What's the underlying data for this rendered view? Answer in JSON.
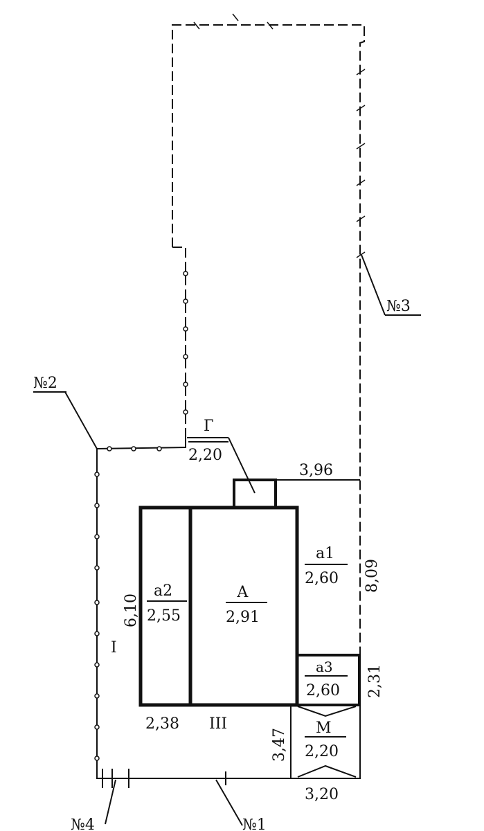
{
  "labels": {
    "plot_3": "№3",
    "plot_2": "№2",
    "plot_4": "№4",
    "plot_1": "№1",
    "garage_letter": "Г",
    "garage_value": "2,20",
    "main_letter": "А",
    "main_value": "2,91",
    "a1_letter": "а1",
    "a1_value": "2,60",
    "a2_letter": "а2",
    "a2_value": "2,55",
    "a3_letter": "а3",
    "a3_value": "2,60",
    "m_letter": "М",
    "m_value": "2,20",
    "left_marker": "I",
    "bottom_marker": "III"
  },
  "dimensions": {
    "top_width": "3,96",
    "right_height": "8,09",
    "left_height": "6,10",
    "right_lower": "2,31",
    "bottom_left": "2,38",
    "lower_left": "3,47",
    "bottom_right": "3,20"
  }
}
